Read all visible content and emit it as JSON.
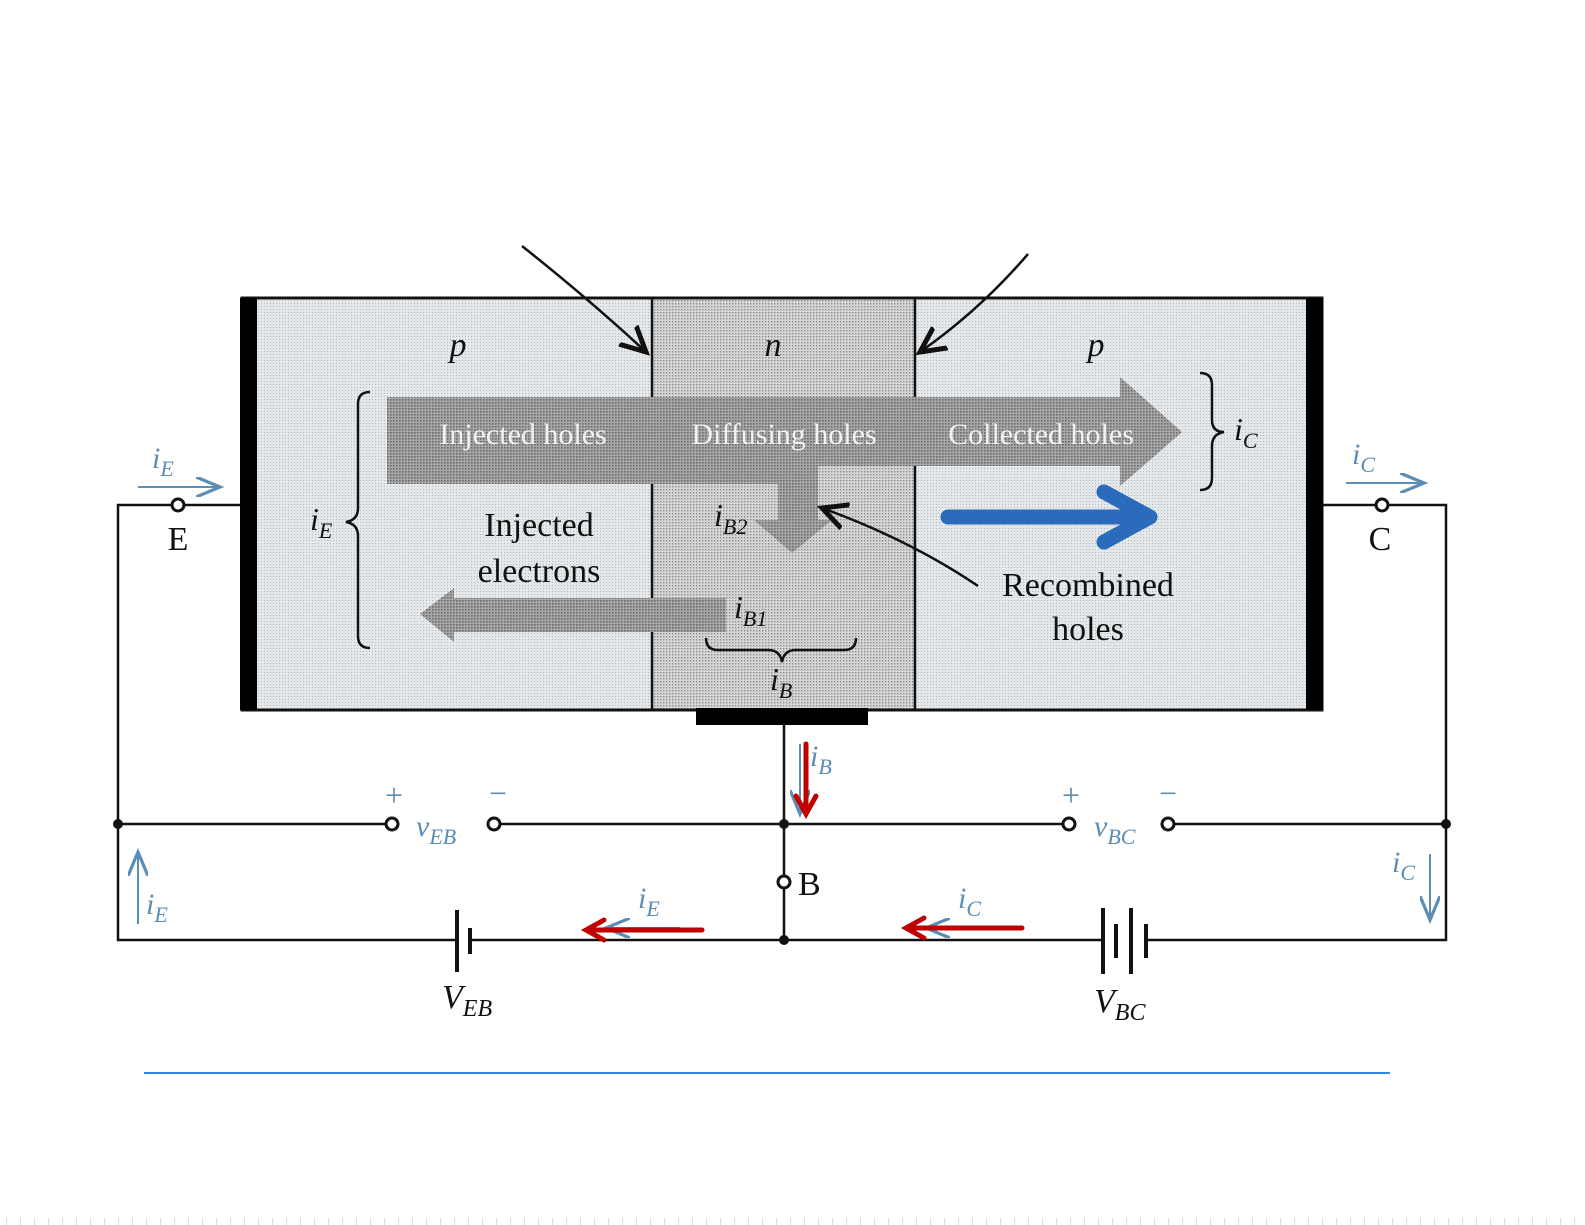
{
  "diagram": {
    "title": "pnp BJT carrier flow in active mode",
    "regions": [
      {
        "id": "emitter",
        "label": "p"
      },
      {
        "id": "base",
        "label": "n"
      },
      {
        "id": "collector",
        "label": "p"
      }
    ],
    "flows": {
      "injected_holes": "Injected holes",
      "diffusing_holes": "Diffusing holes",
      "collected_holes": "Collected holes",
      "injected_electrons_line1": "Injected",
      "injected_electrons_line2": "electrons",
      "recombined_line1": "Recombined",
      "recombined_line2": "holes"
    },
    "currents": {
      "iE": {
        "i": "i",
        "sub": "E"
      },
      "iC": {
        "i": "i",
        "sub": "C"
      },
      "iB": {
        "i": "i",
        "sub": "B"
      },
      "iB1": {
        "i": "i",
        "sub": "B1"
      },
      "iB2": {
        "i": "i",
        "sub": "B2"
      }
    },
    "terminals": {
      "E": "E",
      "C": "C",
      "B": "B"
    },
    "voltages": {
      "vEB": {
        "v": "v",
        "sub": "EB"
      },
      "vBC": {
        "v": "v",
        "sub": "BC"
      },
      "VEB": {
        "v": "V",
        "sub": "EB"
      },
      "VBC": {
        "v": "V",
        "sub": "BC"
      },
      "plus": "+",
      "minus": "−"
    },
    "colors": {
      "annotation_blue": "#5b8db5",
      "overlay_red": "#c00000",
      "overlay_arrow_blue": "#2a6bbb",
      "footer_rule": "#3385e6"
    }
  }
}
